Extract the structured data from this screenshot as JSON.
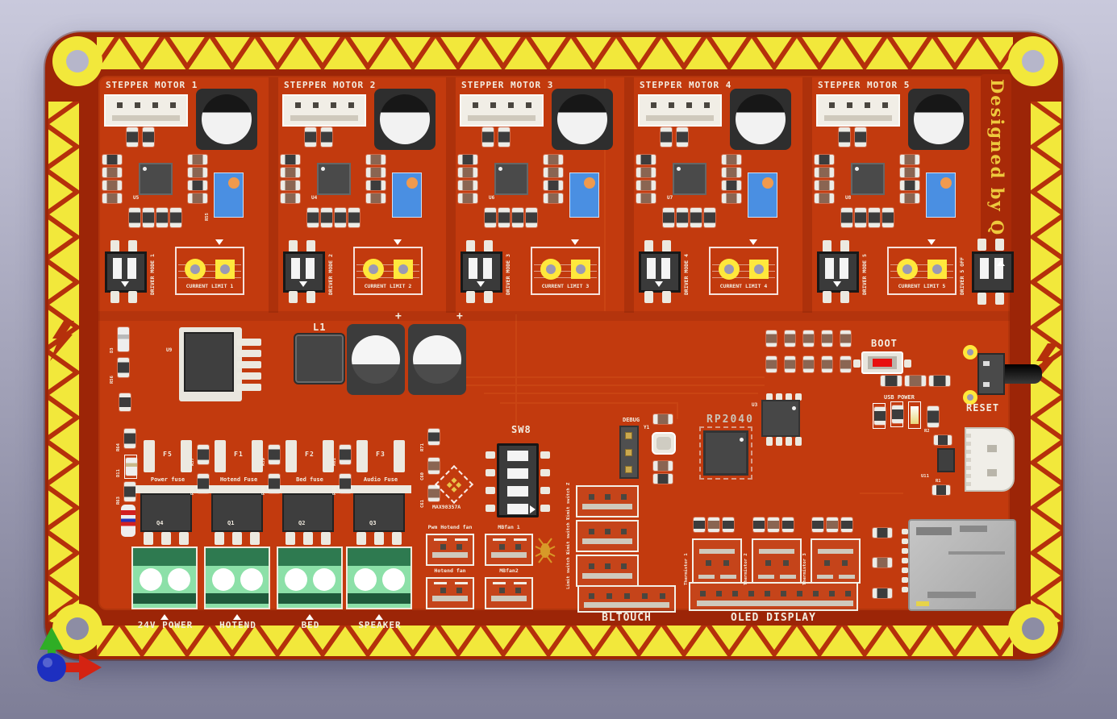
{
  "scene": {
    "bg_top": "#c9c9dc",
    "bg_bottom": "#7e7e97",
    "axis": {
      "x_color": "#d42312",
      "y_color": "#2fae25",
      "origin_color": "#1d2fc0"
    }
  },
  "board": {
    "credit": "Designed by Q",
    "colors": {
      "edge": "#9c2507",
      "band": "#f2e83b",
      "zigzag": "#b5300b",
      "panel": "#c23a0e",
      "silk": "#f3ede1",
      "green_dark": "#2e7a50",
      "green_light": "#8ce0a8",
      "pot_blue": "#4a8fe2",
      "pad_yellow": "#ffe83c",
      "boot_red": "#e81010"
    },
    "steppers": [
      {
        "title": "STEPPER MOTOR 1",
        "ic": "U5",
        "pot": "R55",
        "mode": "DRIVER MODE 1",
        "limit": "CURRENT LIMIT 1"
      },
      {
        "title": "STEPPER MOTOR 2",
        "ic": "U4",
        "pot": "",
        "mode": "DRIVER MODE 2",
        "limit": "CURRENT LIMIT 2"
      },
      {
        "title": "STEPPER MOTOR 3",
        "ic": "U6",
        "pot": "",
        "mode": "DRIVER MODE 3",
        "limit": "CURRENT LIMIT 3"
      },
      {
        "title": "STEPPER MOTOR 4",
        "ic": "U7",
        "pot": "",
        "mode": "DRIVER MODE 4",
        "limit": "CURRENT LIMIT 4"
      },
      {
        "title": "STEPPER MOTOR 5",
        "ic": "U8",
        "pot": "",
        "mode": "DRIVER MODE 5",
        "limit": "CURRENT LIMIT 5"
      }
    ],
    "driver5_off": "DRIVER 5 OFF",
    "power": {
      "l1": "L1",
      "u9": "U9",
      "d3": "D3",
      "r56": "R56",
      "polarity": "+"
    },
    "mcu": {
      "chip": "RP2040",
      "debug": "DEBUG",
      "crystal": "Y1",
      "u3": "U3",
      "boot": "BOOT",
      "reset": "RESET",
      "usb_power": "USB POWER",
      "u11": "U11",
      "r1": "R1",
      "r2": "R2"
    },
    "audio": {
      "sw8": "SW8",
      "codec": "MAX98357A",
      "r71": "R71",
      "c60": "C60",
      "c61": "C61"
    },
    "fuse_left_refs": {
      "a": "R64",
      "b": "D11",
      "c": "R63"
    },
    "fuses": [
      {
        "ref": "F5",
        "name": "Power fuse",
        "mosfet": "Q4"
      },
      {
        "ref": "F1",
        "name": "Hotend Fuse",
        "mosfet": "Q1"
      },
      {
        "ref": "F2",
        "name": "Bed fuse",
        "mosfet": "Q2"
      },
      {
        "ref": "F3",
        "name": "Audio Fuse",
        "mosfet": "Q3"
      }
    ],
    "fuse_inter_refs": [
      {
        "a": "R57",
        "b": "R58"
      },
      {
        "a": "R59",
        "b": "R60"
      },
      {
        "a": "R61",
        "b": "R62"
      }
    ],
    "terminals": [
      "24V POWER",
      "HOTEND",
      "BED",
      "SPEAKER"
    ],
    "fans": [
      "Pwm Hotend fan",
      "MBfan 1",
      "Hotend fan",
      "MBfan2"
    ],
    "limit_switches": [
      "Limit switch Z",
      "Limit switch Y",
      "Limit switch X"
    ],
    "bltouch": "BLTOUCH",
    "thermistors": [
      "Thermistor 1",
      "Thermistor 2",
      "Thermistor 3"
    ],
    "oled": "OLED DISPLAY"
  }
}
